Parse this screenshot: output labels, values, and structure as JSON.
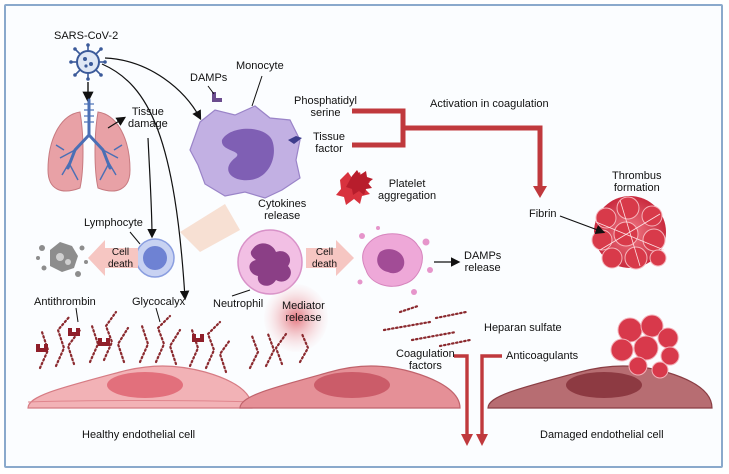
{
  "labels": {
    "sars": "SARS-CoV-2",
    "tissue_damage_1": "Tissue",
    "tissue_damage_2": "damage",
    "damps_top": "DAMPs",
    "monocyte": "Monocyte",
    "phosphatidyl_1": "Phosphatidyl",
    "phosphatidyl_2": "serine",
    "tissue_factor_1": "Tissue",
    "tissue_factor_2": "factor",
    "activation": "Activation in coagulation",
    "thrombus_1": "Thrombus",
    "thrombus_2": "formation",
    "fibrin": "Fibrin",
    "platelet_1": "Platelet",
    "platelet_2": "aggregation",
    "cytokines_1": "Cytokines",
    "cytokines_2": "release",
    "lymphocyte": "Lymphocyte",
    "cell_death_left_1": "Cell",
    "cell_death_left_2": "death",
    "cell_death_right_1": "Cell",
    "cell_death_right_2": "death",
    "damps_release_1": "DAMPs",
    "damps_release_2": "release",
    "antithrombin": "Antithrombin",
    "glycocalyx": "Glycocalyx",
    "neutrophil": "Neutrophil",
    "mediator_1": "Mediator",
    "mediator_2": "release",
    "heparan": "Heparan sulfate",
    "coag_factors_1": "Coagulation",
    "coag_factors_2": "factors",
    "anticoagulants": "Anticoagulants",
    "healthy_cell": "Healthy endothelial cell",
    "damaged_cell": "Damaged endothelial cell"
  },
  "colors": {
    "frame": "#8aa9cc",
    "red_arrow": "#c0393d",
    "virus": "#3b5a9a",
    "lung": "#e39aa0",
    "monocyte": "#b4a0d9",
    "lymphocyte": "#8a9ee0",
    "neutrophil": "#e7a2d6",
    "endothelial_healthy": "#e58f96",
    "endothelial_damaged": "#a75a5e",
    "thrombus": "#d4404e",
    "glycocalyx": "#8b2a2f"
  }
}
